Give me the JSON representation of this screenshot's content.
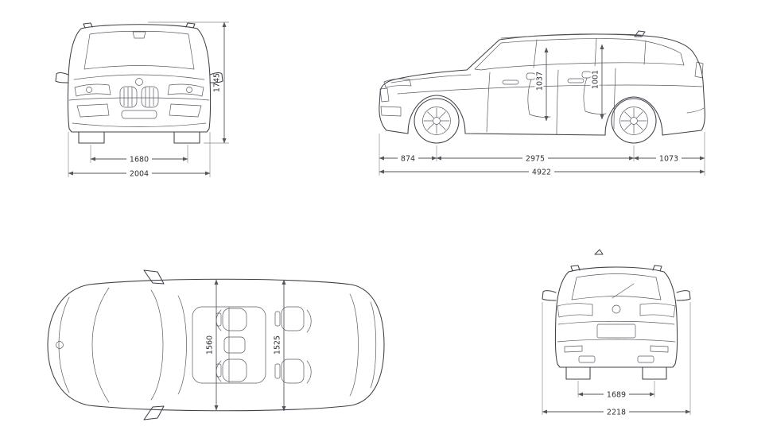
{
  "diagram": {
    "subject": "suv-dimensions-blueprint",
    "colors": {
      "line": "#3f4049",
      "dimension": "#55565e",
      "background": "#ffffff"
    }
  },
  "front_view": {
    "height_mm": "1745",
    "track_width_mm": "1680",
    "overall_width_mm": "2004"
  },
  "side_view": {
    "front_headroom_mm": "1037",
    "rear_headroom_mm": "1001",
    "front_overhang_mm": "874",
    "wheelbase_mm": "2975",
    "rear_overhang_mm": "1073",
    "overall_length_mm": "4922"
  },
  "top_view": {
    "front_interior_width_mm": "1560",
    "rear_interior_width_mm": "1525"
  },
  "rear_view": {
    "track_width_mm": "1689",
    "overall_width_mm": "2218"
  }
}
